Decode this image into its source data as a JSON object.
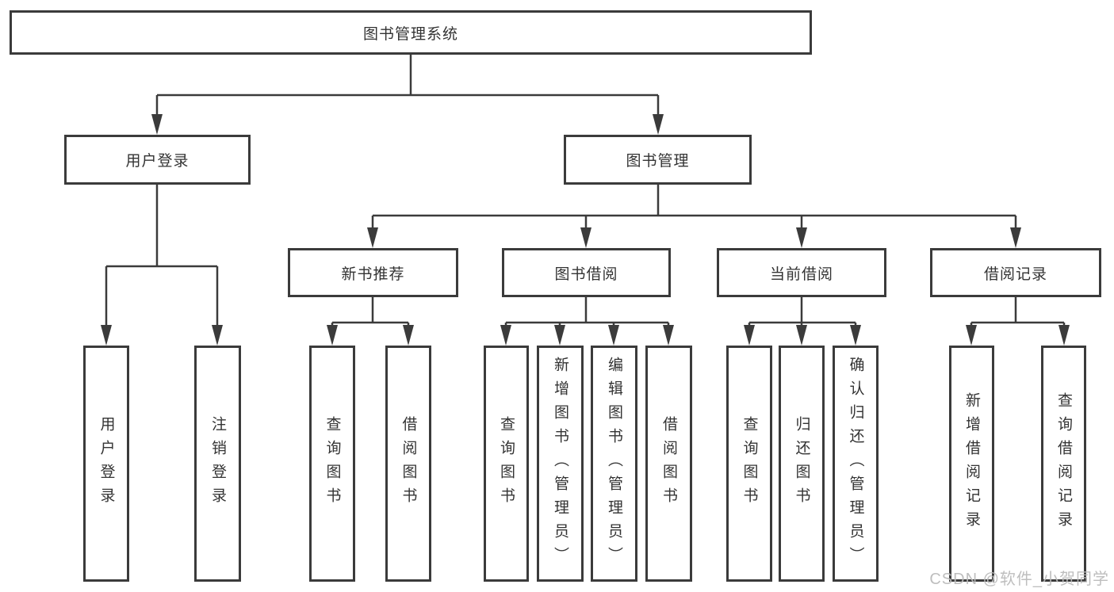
{
  "diagram": {
    "root": {
      "label": "图书管理系统"
    },
    "branches": {
      "user_login": {
        "label": "用户登录",
        "children": [
          {
            "label": "用户登录"
          },
          {
            "label": "注销登录"
          }
        ]
      },
      "book_management": {
        "label": "图书管理",
        "sections": [
          {
            "label": "新书推荐",
            "children": [
              {
                "label": "查询图书"
              },
              {
                "label": "借阅图书"
              }
            ]
          },
          {
            "label": "图书借阅",
            "children": [
              {
                "label": "查询图书"
              },
              {
                "label": "新增图书（管理员）"
              },
              {
                "label": "编辑图书（管理员）"
              },
              {
                "label": "借阅图书"
              }
            ]
          },
          {
            "label": "当前借阅",
            "children": [
              {
                "label": "查询图书"
              },
              {
                "label": "归还图书"
              },
              {
                "label": "确认归还（管理员）"
              }
            ]
          },
          {
            "label": "借阅记录",
            "children": [
              {
                "label": "新增借阅记录"
              },
              {
                "label": "查询借阅记录"
              }
            ]
          }
        ]
      }
    },
    "watermark": "CSDN @软件_小贺同学",
    "colors": {
      "line": "#3b3b3b",
      "border": "#3b3b3b",
      "text": "#333333",
      "watermark": "#bababa",
      "background": "#ffffff"
    }
  }
}
